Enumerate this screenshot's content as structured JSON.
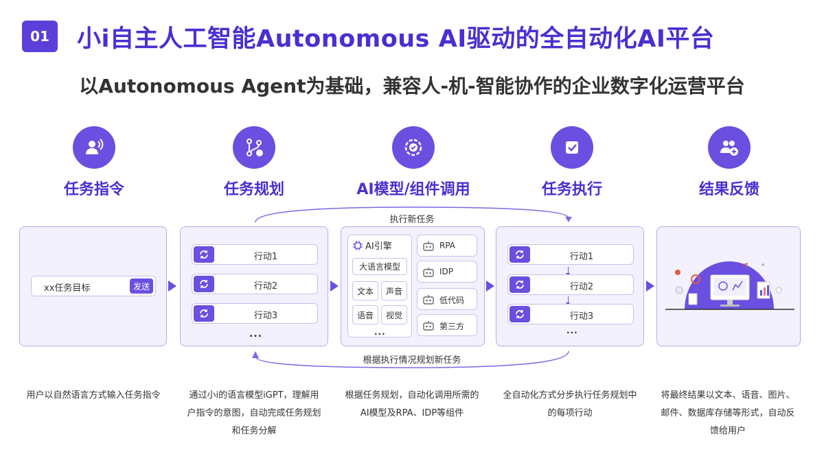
{
  "header": {
    "badge": "01",
    "title": "小i自主人工智能Autonomous AI驱动的全自动化AI平台",
    "subtitle": "以Autonomous Agent为基础，兼容人-机-智能协作的企业数字化运营平台"
  },
  "steps": [
    {
      "icon": "voice-user-icon",
      "title": "任务指令",
      "description": "用户以自然语言方式输入任务指令"
    },
    {
      "icon": "branch-flow-icon",
      "title": "任务规划",
      "description": "通过小i的语言模型iGPT，理解用户指令的意图，自动完成任务规划和任务分解"
    },
    {
      "icon": "gear-check-icon",
      "title": "AI模型/组件调用",
      "description": "根据任务规划，自动化调用所需的AI模型及RPA、IDP等组件"
    },
    {
      "icon": "checkbox-icon",
      "title": "任务执行",
      "description": "全自动化方式分步执行任务规划中的每项行动"
    },
    {
      "icon": "users-add-icon",
      "title": "结果反馈",
      "description": "将最终结果以文本、语音、图片、邮件、数据库存储等形式，自动反馈给用户"
    }
  ],
  "command_panel": {
    "input_text": "xx任务目标",
    "send_label": "发送"
  },
  "planning_panel": {
    "actions": [
      "行动1",
      "行动2",
      "行动3"
    ],
    "more": "..."
  },
  "model_panel": {
    "engine_label": "AI引擎",
    "engine_items": [
      "大语言模型",
      "文本",
      "声音",
      "语音",
      "视觉"
    ],
    "tools": [
      "RPA",
      "IDP",
      "低代码",
      "第三方"
    ],
    "more": "..."
  },
  "execution_panel": {
    "actions": [
      "行动1",
      "行动2",
      "行动3"
    ],
    "more": "..."
  },
  "loops": {
    "top_label": "执行新任务",
    "bottom_label": "根据执行情况规划新任务"
  },
  "colors": {
    "primary": "#6a4fe0",
    "title": "#4a2fd1",
    "panel_bg": "#f3f1fd",
    "panel_border": "#b5a9ee"
  }
}
